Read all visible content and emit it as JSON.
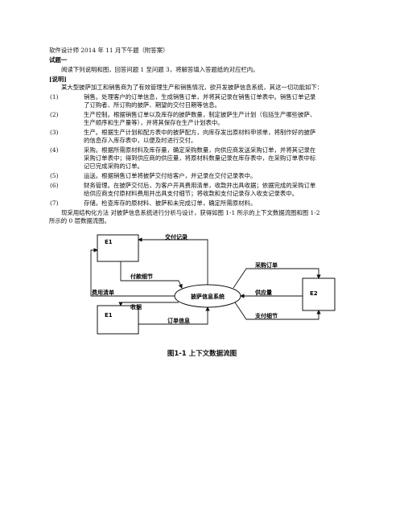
{
  "doc": {
    "title": "软件设计师 2014 年 11 月下午题（附答案）",
    "question_heading": "试题一",
    "instruction": "阅读下列说明和图，回答问题 1 至问题 3，将解答填入答题纸的对应栏内。",
    "section_heading": "[说明]",
    "intro": "某大型披萨加工和销售商为了有效管理生产和销售情况，欲开发披萨信息系统，其这一切功能如下：",
    "items": [
      {
        "num": "(1)",
        "lines": [
          "销售。处理客户的订单信息，生成销售订单，并将其记录在销售订单表中。销售订单记录",
          "了订购者、所订购的披萨、期望的交付日期等信息。"
        ]
      },
      {
        "num": "(2)",
        "lines": [
          "生产控制。根据销售订单以及库存的披萨数量，制定披萨生产计划（包括生产哪些披萨、",
          "生产顺序和生产量等），并将其保存在生产计划表中。"
        ]
      },
      {
        "num": "(3)",
        "lines": [
          "生产。根据生产计划和配方表中的披萨配方，向库存发出原材料申领单，将制作好的披萨",
          "的信息存入库存表中，以便及时进行交付。"
        ]
      },
      {
        "num": "(4)",
        "lines": [
          "采购。根据所需原材料及库存量，确定采购数量，向供应商发送采购订单，并将其记录在",
          "采购订单表中；得到供应商的供应量，将原材料数量记录在库存表中，在采购订单表中标",
          "记已完成采购的订单。"
        ]
      },
      {
        "num": "(5)",
        "lines": [
          "运送。根据销售订单将披萨交付给客户，并记录在交付记录表中。"
        ]
      },
      {
        "num": "(6)",
        "lines": [
          "财务管理。在披萨交付后，为客户开具费用清单，收款并出具收据；依据完成的采购订单",
          "给供应商支付原材料费用并出具支付细节；将收款和支付记录存入收支记录表中。"
        ]
      },
      {
        "num": "(7)",
        "lines": [
          "存储。检查库存的原材料、披萨和未完成订单，确定所需原材料。"
        ]
      }
    ],
    "closing": [
      "现采用结构化方法 对披萨信息系统进行分析与设计，获得如图 1-1 所示的上下文数据流图和图 1-2",
      "所示的 0 层数据流图。"
    ]
  },
  "diagram": {
    "entity_e1_top": "E1",
    "entity_e1_bottom": "E1",
    "entity_e2": "E2",
    "process": "披萨信息系统",
    "flows": {
      "delivery_record": "交付记录",
      "payment_detail_top": "付款细节",
      "fee_list": "费用清单",
      "receipt": "收据",
      "order_info": "订单信息",
      "purchase_order": "采购订单",
      "supply_amount": "供应量",
      "payment_detail_right": "支付细节"
    },
    "caption": "图1-1 上下文数据流图"
  }
}
